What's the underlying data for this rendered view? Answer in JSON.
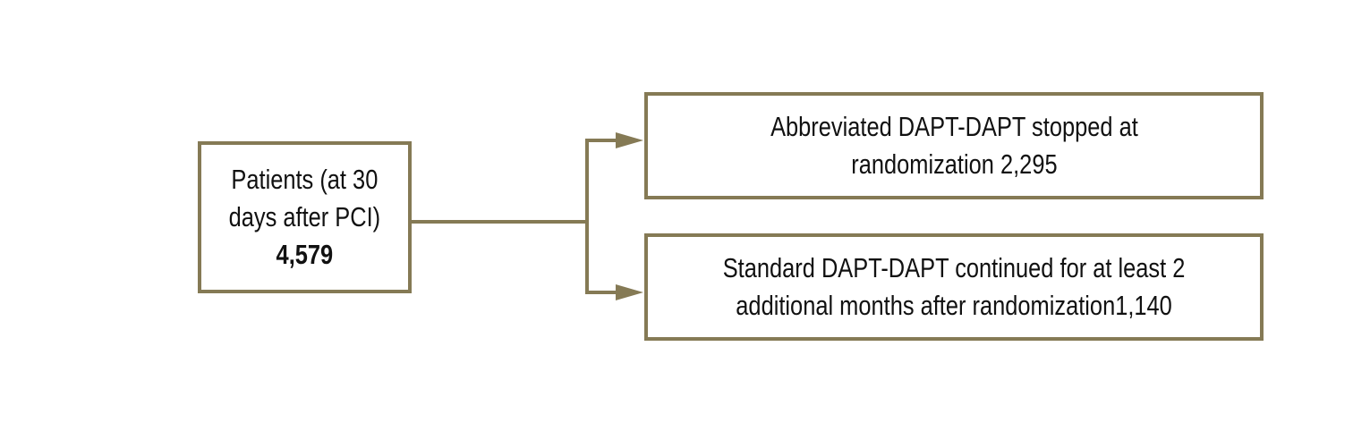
{
  "colors": {
    "accent": "#857A55",
    "text": "#111111",
    "background": "#ffffff"
  },
  "source": {
    "line1": "Patients (at 30",
    "line2": "days after PCI)",
    "count": "4,579"
  },
  "arm_a": {
    "line1": "Abbreviated DAPT-DAPT stopped at",
    "line2": "randomization 2,295"
  },
  "arm_b": {
    "line1": "Standard DAPT-DAPT continued for at least 2",
    "line2": "additional months after randomization1,140"
  }
}
